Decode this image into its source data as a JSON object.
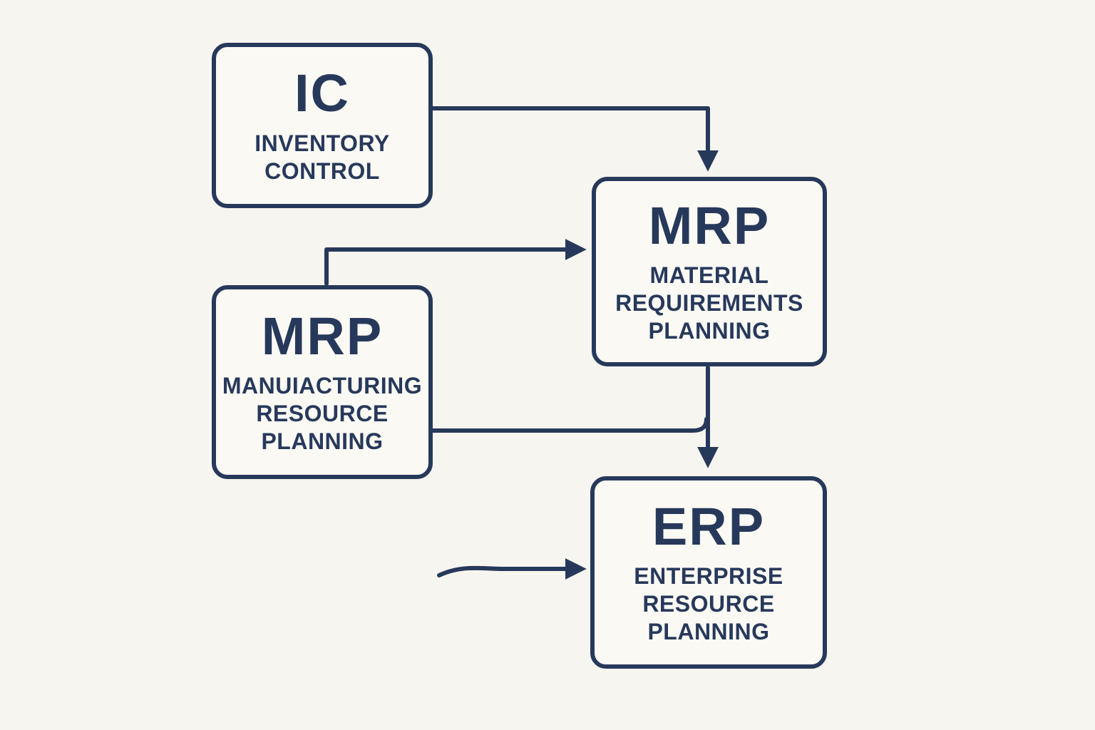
{
  "colors": {
    "background": "#f7f5ef",
    "box_fill": "#fbf9f4",
    "accent": "#27395b"
  },
  "nodes": {
    "ic": {
      "acronym": "IC",
      "label": "INVENTORY CONTROL"
    },
    "mrp_material": {
      "acronym": "MRP",
      "label": "MATERIAL REQUIREMENTS PLANNING"
    },
    "mrp_manufacturing": {
      "acronym": "MRP",
      "label": "MANUIACTURING RESOURCE PLANNING"
    },
    "erp": {
      "acronym": "ERP",
      "label": "ENTERPRISE RESOURCE PLANNING"
    }
  },
  "arrows": [
    {
      "from": "ic",
      "to": "mrp_material"
    },
    {
      "from": "mrp_manufacturing",
      "to": "mrp_material"
    },
    {
      "from": "mrp_material",
      "to": "erp"
    },
    {
      "from": "mrp_manufacturing",
      "to": "erp"
    },
    {
      "from": "",
      "to": "erp"
    }
  ]
}
